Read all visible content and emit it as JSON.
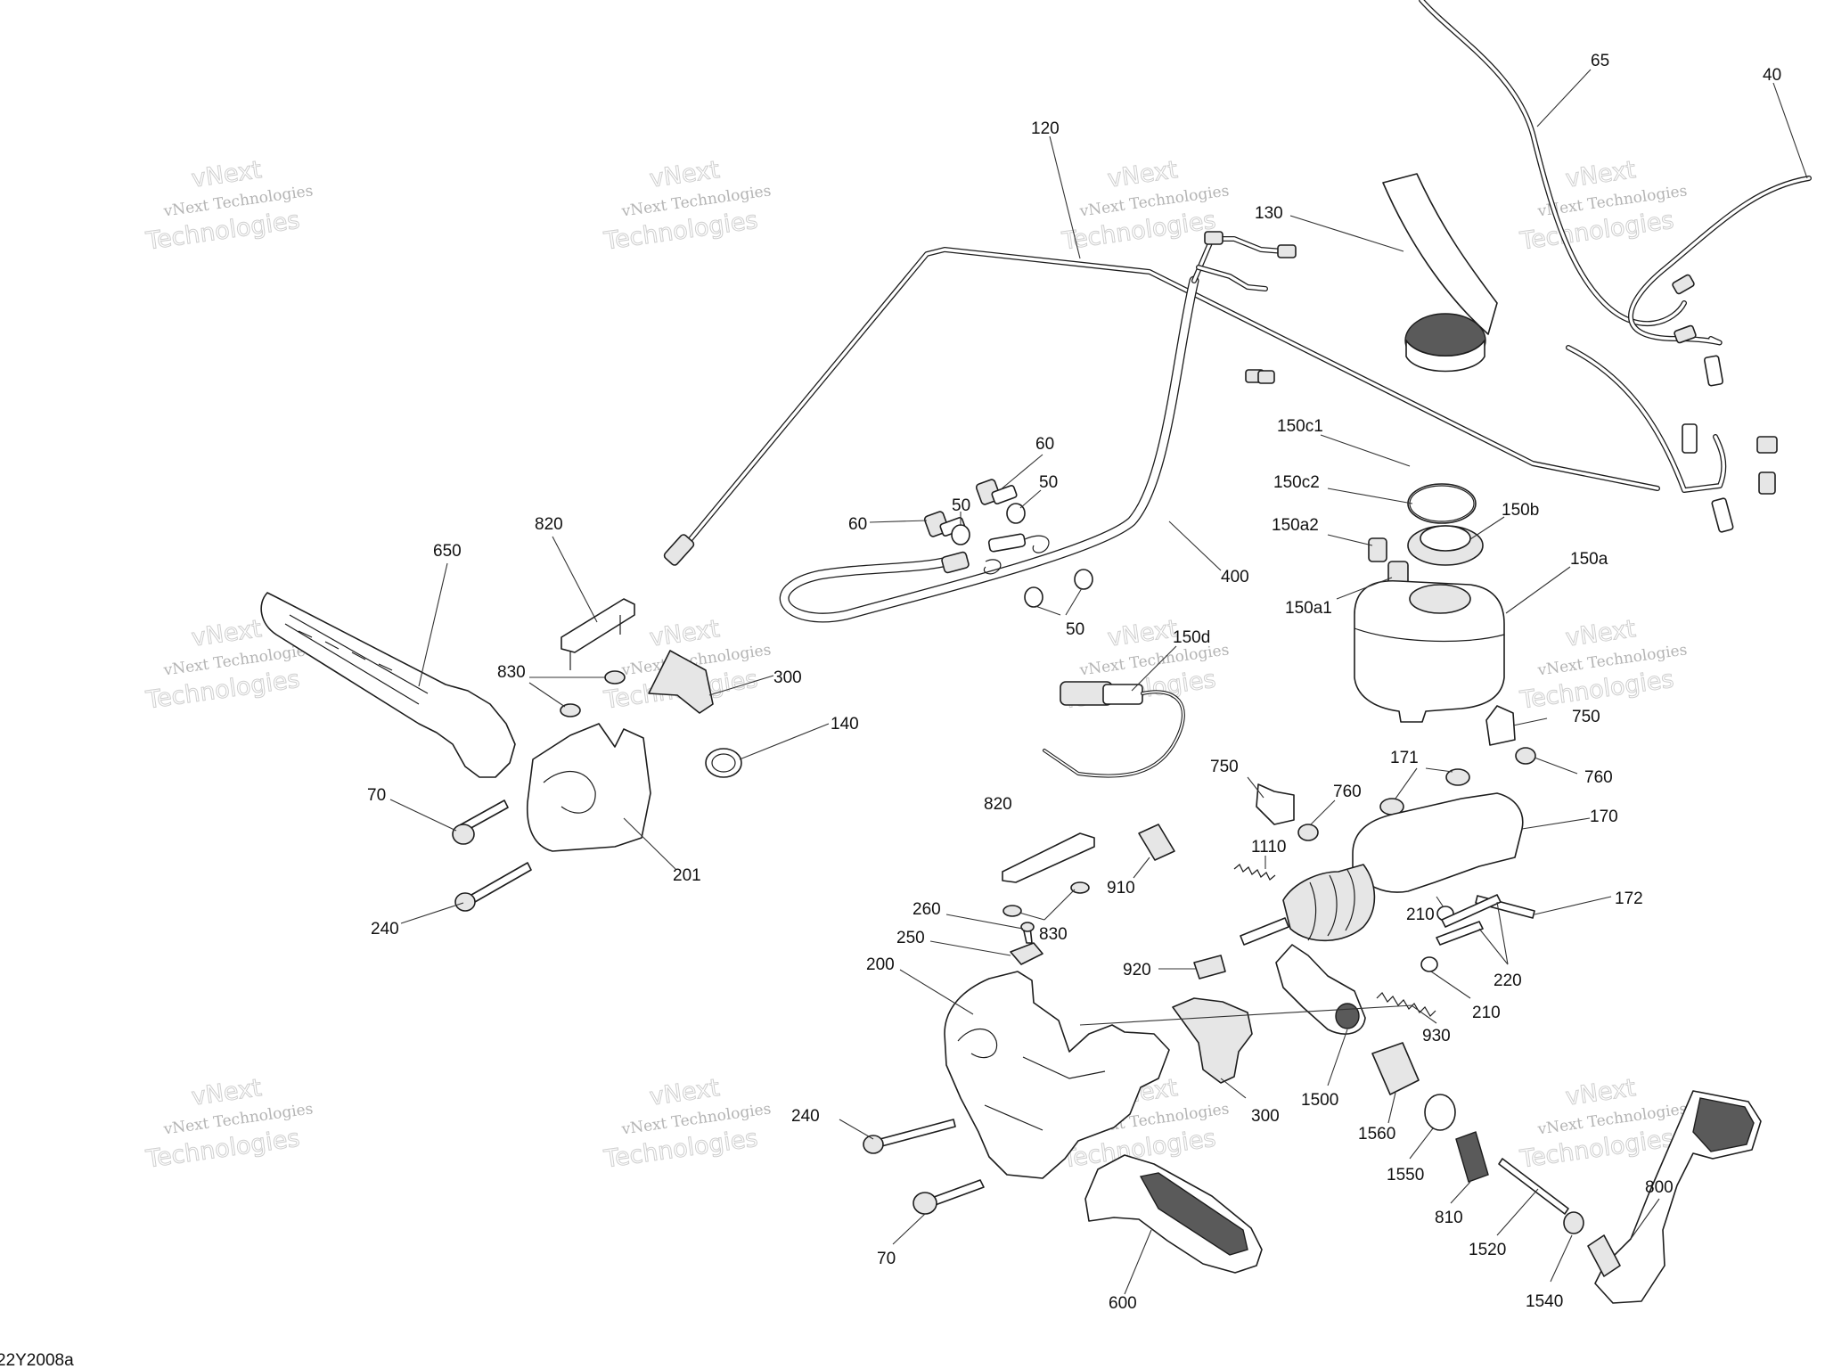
{
  "diagram_code": "22Y2008a",
  "watermark": {
    "line1": "vNext Technologies",
    "line2": "vNext",
    "line3": "Technologies"
  },
  "parts": {
    "p65": "65",
    "p40": "40",
    "p120": "120",
    "p130": "130",
    "p150c1": "150c1",
    "p150c2": "150c2",
    "p150b": "150b",
    "p150a2": "150a2",
    "p150a1": "150a1",
    "p150a": "150a",
    "p150d": "150d",
    "p60_top": "60",
    "p60_left": "60",
    "p50_a": "50",
    "p50_b": "50",
    "p50_c": "50",
    "p400": "400",
    "p650": "650",
    "p820_top": "820",
    "p820_mid": "820",
    "p830_top": "830",
    "p830_mid": "830",
    "p300_top": "300",
    "p300_bottom": "300",
    "p140": "140",
    "p70_top": "70",
    "p70_bottom": "70",
    "p240_top": "240",
    "p240_bottom": "240",
    "p201": "201",
    "p750_left": "750",
    "p750_right": "750",
    "p760_left": "760",
    "p760_right": "760",
    "p171": "171",
    "p170": "170",
    "p172": "172",
    "p1110": "1110",
    "p910": "910",
    "p260": "260",
    "p250": "250",
    "p200": "200",
    "p920": "920",
    "p210_a": "210",
    "p210_b": "210",
    "p220": "220",
    "p930": "930",
    "p1500": "1500",
    "p1560": "1560",
    "p1550": "1550",
    "p810": "810",
    "p1520": "1520",
    "p1540": "1540",
    "p800": "800",
    "p600": "600"
  }
}
